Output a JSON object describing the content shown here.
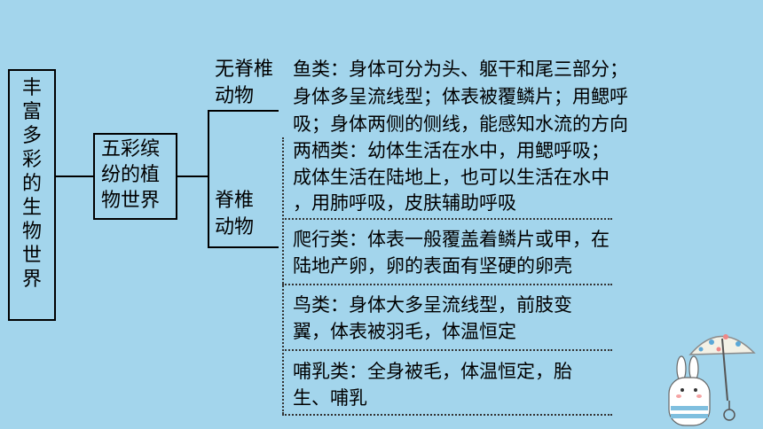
{
  "root": {
    "chars": [
      "丰",
      "富",
      "多",
      "彩",
      "的",
      "生",
      "物",
      "世",
      "界"
    ]
  },
  "branch": {
    "lines": [
      "五彩缤",
      "纷的植",
      "物世界"
    ]
  },
  "invertebrate": {
    "lines": [
      "无脊椎",
      "动物"
    ]
  },
  "vertebrate": {
    "lines": [
      "脊椎",
      "动物"
    ]
  },
  "fish": {
    "lines": [
      "鱼类：身体可分为头、躯干和尾三部分；",
      "身体多呈流线型；体表被覆鳞片；用鳃呼",
      "吸；身体两侧的侧线，能感知水流的方向"
    ]
  },
  "amphibian": {
    "lines": [
      "两栖类：幼体生活在水中，用鳃呼吸；",
      "成体生活在陆地上，也可以生活在水中",
      "，用肺呼吸，皮肤辅助呼吸"
    ]
  },
  "reptile": {
    "lines": [
      "爬行类：体表一般覆盖着鳞片或甲，在",
      "陆地产卵，卵的表面有坚硬的卵壳"
    ]
  },
  "bird": {
    "lines": [
      "鸟类：身体大多呈流线型，前肢变",
      "翼，体表被羽毛，体温恒定"
    ]
  },
  "mammal": {
    "lines": [
      "哺乳类：全身被毛，体温恒定，胎",
      "生、哺乳"
    ]
  },
  "colors": {
    "background": "#a3d5ec"
  },
  "icons": {
    "decoration": "rabbit-with-umbrella-illustration"
  }
}
